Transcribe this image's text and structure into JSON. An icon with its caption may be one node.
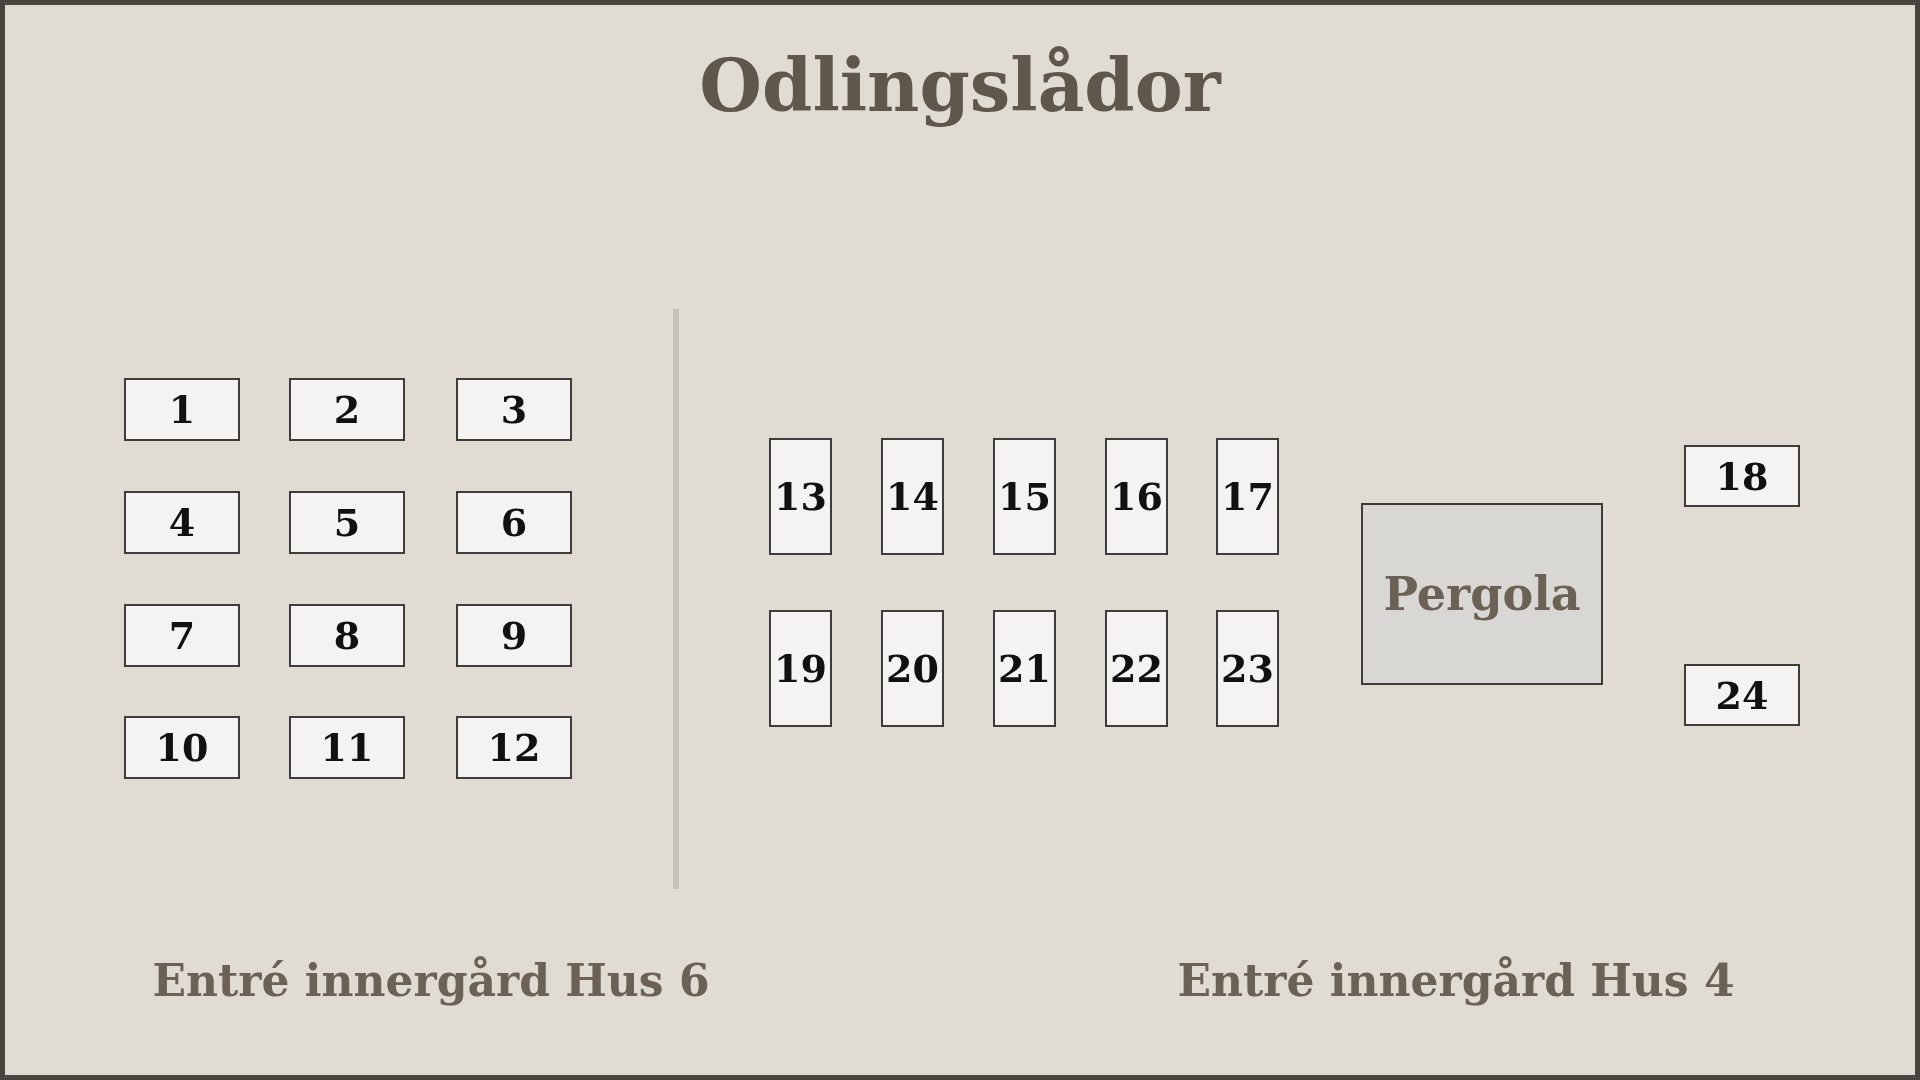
{
  "diagram": {
    "title": "Odlingslådor",
    "nodes": [
      {
        "text": [
          "1"
        ]
      },
      {
        "text": [
          "2"
        ]
      },
      {
        "text": [
          "3"
        ]
      },
      {
        "text": [
          "4"
        ]
      },
      {
        "text": [
          "5"
        ]
      },
      {
        "text": [
          "6"
        ]
      },
      {
        "text": [
          "7"
        ]
      },
      {
        "text": [
          "8"
        ]
      },
      {
        "text": [
          "9"
        ]
      },
      {
        "text": [
          "10"
        ]
      },
      {
        "text": [
          "11"
        ]
      },
      {
        "text": [
          "12"
        ]
      },
      {
        "text": [
          "13"
        ]
      },
      {
        "text": [
          "14"
        ]
      },
      {
        "text": [
          "15"
        ]
      },
      {
        "text": [
          "16"
        ]
      },
      {
        "text": [
          "17"
        ]
      },
      {
        "text": [
          "18"
        ]
      },
      {
        "text": [
          "Pergola"
        ]
      },
      {
        "text": [
          "19"
        ]
      },
      {
        "text": [
          "20"
        ]
      },
      {
        "text": [
          "21"
        ]
      },
      {
        "text": [
          "22"
        ]
      },
      {
        "text": [
          "23"
        ]
      },
      {
        "text": [
          "24"
        ]
      }
    ],
    "labels": [
      "Entré innergård Hus 6",
      "Entré innergård Hus 4"
    ]
  }
}
